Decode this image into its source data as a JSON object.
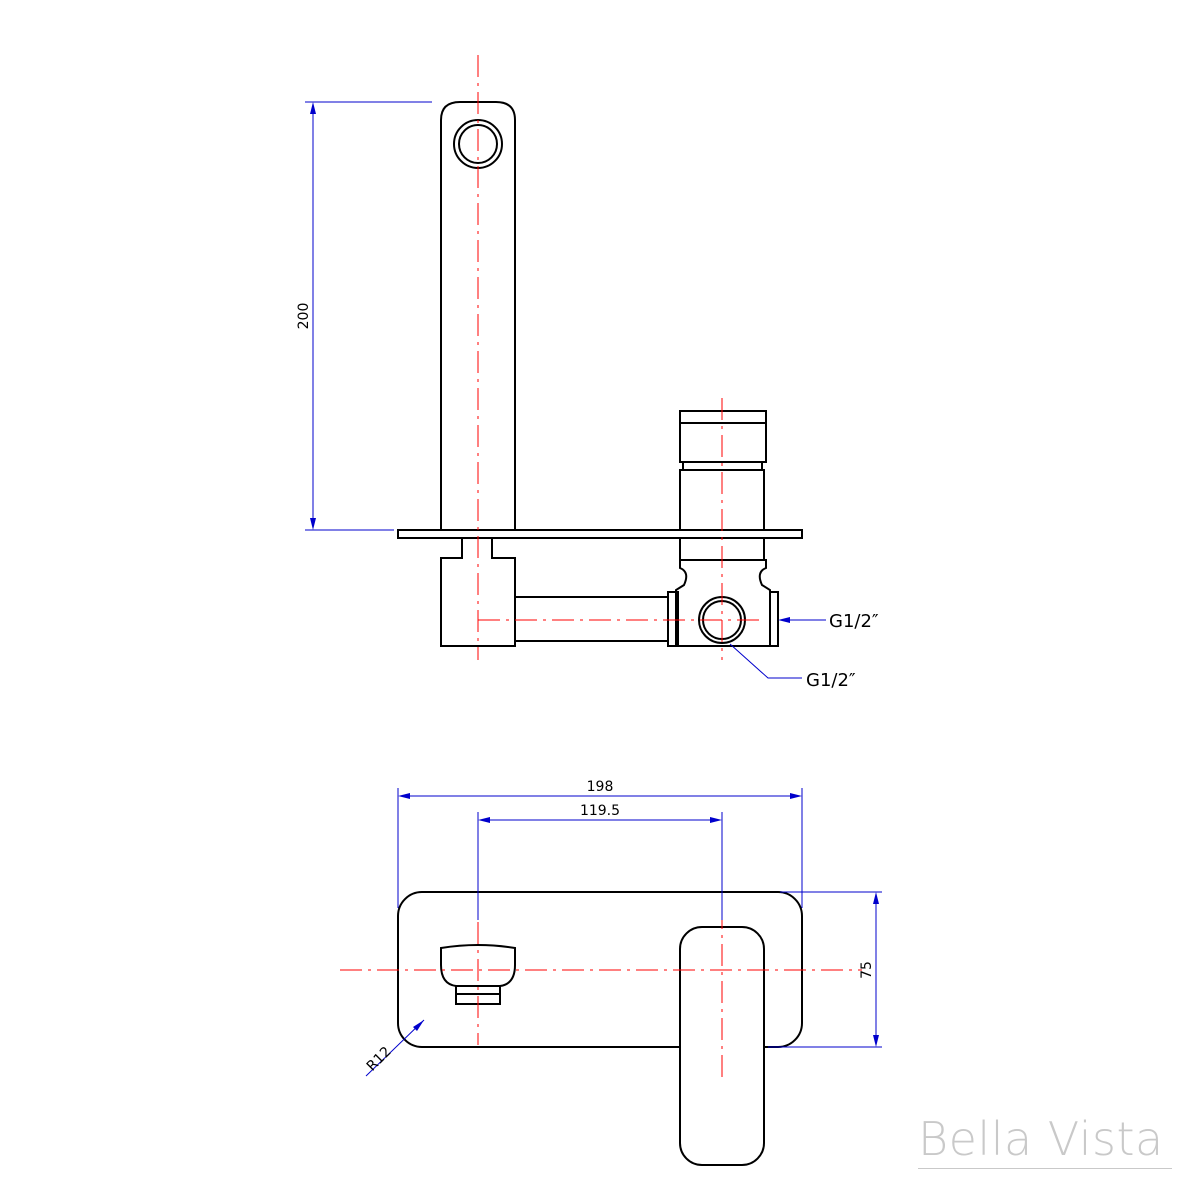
{
  "labels": {
    "height_dim": "200",
    "thread_side": "G1/2″",
    "thread_front": "G1/2″",
    "width_dim": "198",
    "spacing_dim": "119.5",
    "plate_height_dim": "75",
    "radius_dim": "R12"
  },
  "brand": {
    "name": "Bella Vista"
  },
  "colors": {
    "object_line": "#000000",
    "center_line": "#ff0000",
    "dimension_line": "#0000cc",
    "brand_text": "#c9c9c9"
  }
}
